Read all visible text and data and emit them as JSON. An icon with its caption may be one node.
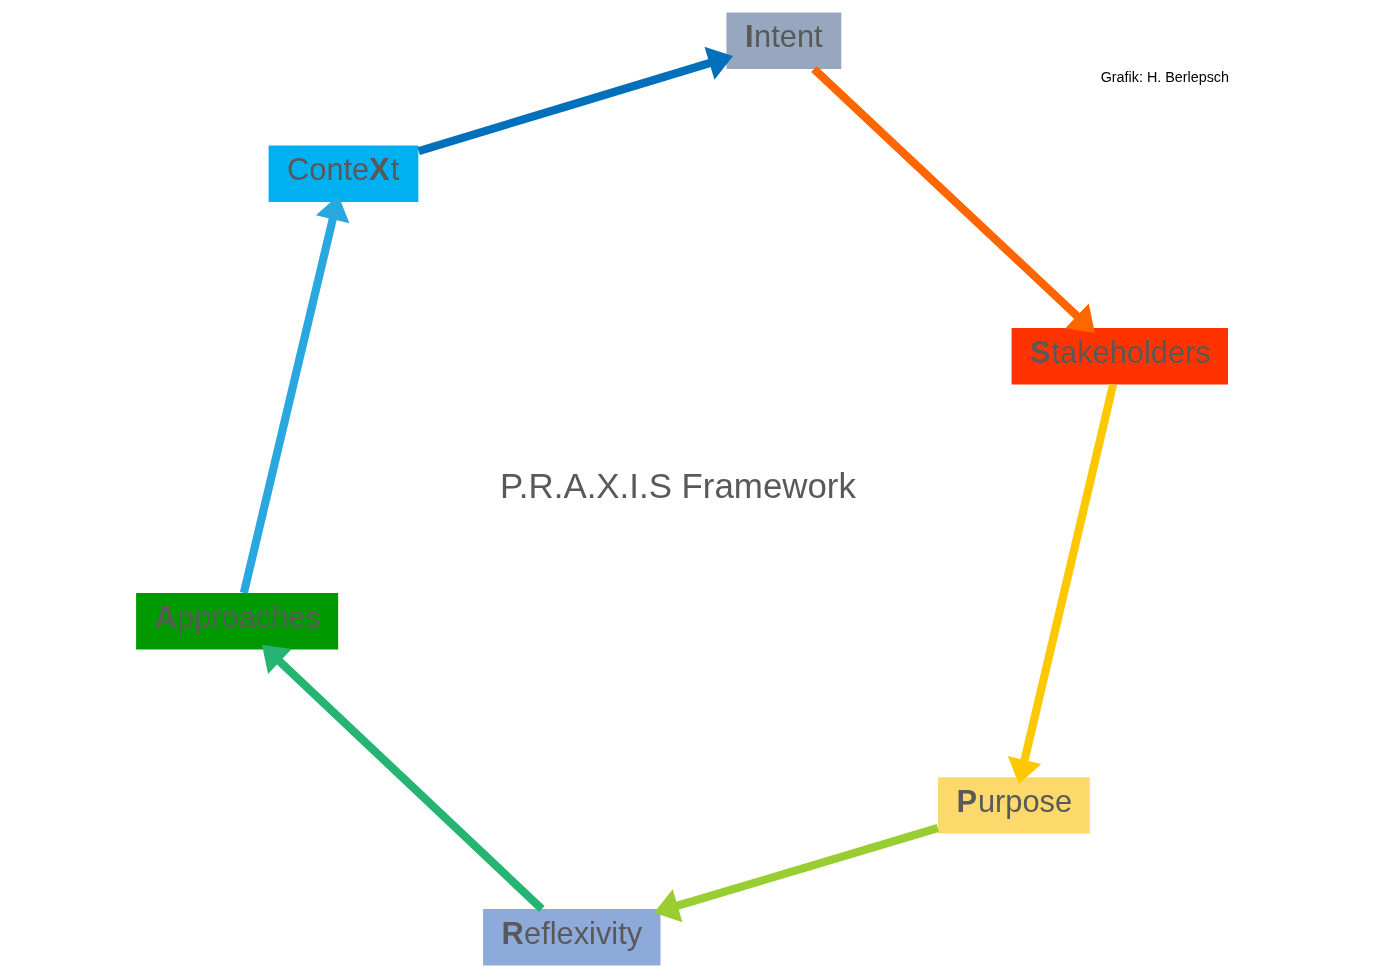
{
  "diagram": {
    "nodes": [
      {
        "text": [
          "P.R.A.X.I.S Framework"
        ]
      },
      {
        "text": [
          "**P**urpose"
        ]
      },
      {
        "text": [
          "**R**eflexivity"
        ]
      },
      {
        "text": [
          "**A**pproaches"
        ]
      },
      {
        "text": [
          "Conte**X**t"
        ]
      },
      {
        "text": [
          "**I**ntent"
        ]
      },
      {
        "text": [
          "**S**takeholders"
        ]
      }
    ],
    "edges": [
      {
        "from": 1,
        "to": 2,
        "arrow": "to",
        "color": "#9acd32"
      },
      {
        "from": 2,
        "to": 3,
        "arrow": "to",
        "color": "#26b473"
      },
      {
        "from": 3,
        "to": 4,
        "arrow": "to",
        "color": "#29a8e0"
      },
      {
        "from": 4,
        "to": 5,
        "arrow": "to",
        "color": "#0070bb"
      },
      {
        "from": 5,
        "to": 6,
        "arrow": "to",
        "color": "#ff6600"
      },
      {
        "from": 6,
        "to": 1,
        "arrow": "to",
        "color": "#fdc800"
      }
    ],
    "labels": [
      "Grafik: H. Berlepsch"
    ]
  }
}
